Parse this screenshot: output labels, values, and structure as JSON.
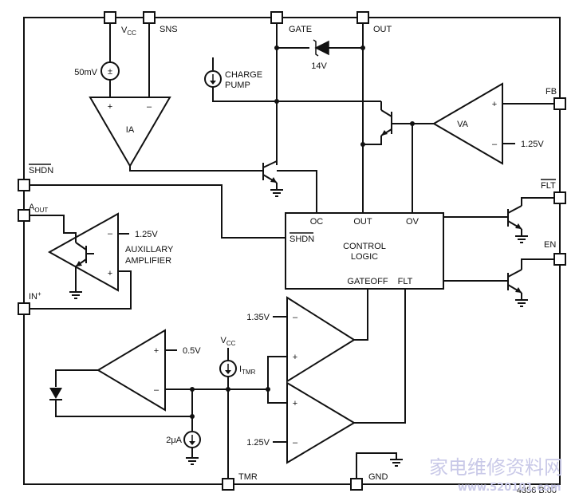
{
  "pins": {
    "vcc": {
      "main": "V",
      "sub": "CC"
    },
    "sns": "SNS",
    "gate": "GATE",
    "out": "OUT",
    "fb": "FB",
    "shdn": "SHDN",
    "aout": {
      "main": "A",
      "sub": "OUT"
    },
    "in_plus": {
      "main": "IN",
      "sup": "+"
    },
    "flt": "FLT",
    "en": "EN",
    "tmr": "TMR",
    "gnd": "GND"
  },
  "labels": {
    "v50mv": "50mV",
    "charge_pump_1": "CHARGE",
    "charge_pump_2": "PUMP",
    "zener": "14V",
    "ia": "IA",
    "va": "VA",
    "va_ref": "1.25V",
    "aux_ref": "1.25V",
    "aux_1": "AUXILLARY",
    "aux_2": "AMPLIFIER",
    "cmp1_ref": "1.35V",
    "cmp2_ref": "1.25V",
    "amp_ref": "0.5V",
    "vcc_src": {
      "main": "V",
      "sub": "CC"
    },
    "itmr": {
      "main": "I",
      "sub": "TMR"
    },
    "src_2ua": "2μA",
    "plus": "+",
    "minus": "–",
    "pm": "±"
  },
  "control_logic": {
    "oc": "OC",
    "out": "OUT",
    "ov": "OV",
    "shdn": "SHDN",
    "line1": "CONTROL",
    "line2": "LOGIC",
    "gateoff": "GATEOFF",
    "flt": "FLT"
  },
  "figure_id": "4356 B.00",
  "watermark": {
    "chinese": "家电维修资料网",
    "url": "www.520101.com"
  }
}
